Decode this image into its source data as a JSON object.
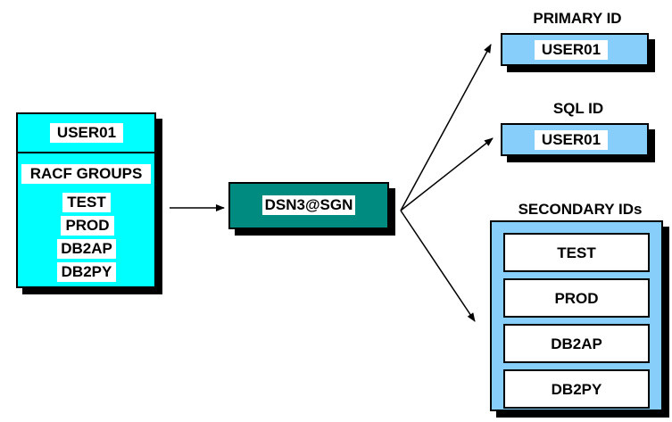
{
  "colors": {
    "user_box": "#00ffff",
    "center_box": "#008b80",
    "id_box": "#87cefa",
    "shadow": "#000000"
  },
  "user_box": {
    "user": "USER01",
    "groups_label": "RACF GROUPS",
    "groups": [
      "TEST",
      "PROD",
      "DB2AP",
      "DB2PY"
    ]
  },
  "center": {
    "label": "DSN3@SGN"
  },
  "primary": {
    "title": "PRIMARY ID",
    "value": "USER01"
  },
  "sql": {
    "title": "SQL ID",
    "value": "USER01"
  },
  "secondary": {
    "title": "SECONDARY IDs",
    "items": [
      "TEST",
      "PROD",
      "DB2AP",
      "DB2PY"
    ]
  }
}
